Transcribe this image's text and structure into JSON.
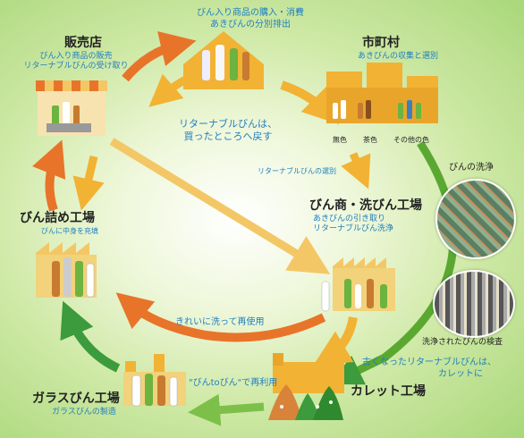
{
  "nodes": {
    "consumer": {
      "line1": "びん入り商品の購入・消費",
      "line2": "あきびんの分別排出"
    },
    "shop": {
      "title": "販売店",
      "line1": "びん入り商品の販売",
      "line2": "リターナブルびんの受け取り"
    },
    "municipality": {
      "title": "市町村",
      "line1": "あきびんの収集と選別"
    },
    "colors": [
      "無色",
      "茶色",
      "その他の色"
    ],
    "bottler": {
      "title": "びん詰め工場",
      "line1": "びんに中身を充填"
    },
    "bottle_dealer": {
      "title": "びん商・洗びん工場",
      "line1": "あきびんの引き取り",
      "line2": "リターナブルびん洗浄"
    },
    "glass_factory": {
      "title": "ガラスびん工場",
      "line1": "ガラスびんの製造"
    },
    "cullet_factory": {
      "title": "カレット工場"
    }
  },
  "flows": {
    "returnable_back_1": "リターナブルびんは、",
    "returnable_back_2": "買ったところへ戻す",
    "returnable_sorting": "リターナブルびんの選別",
    "wash_reuse": "きれいに洗って再使用",
    "old_to_cullet_1": "古くなったリターナブルびんは、",
    "old_to_cullet_2": "カレットに",
    "bottle_to_bottle": "\"びんtoびん\"で再利用"
  },
  "photos": {
    "washing": "びんの洗浄",
    "inspection": "洗浄されたびんの検査"
  }
}
